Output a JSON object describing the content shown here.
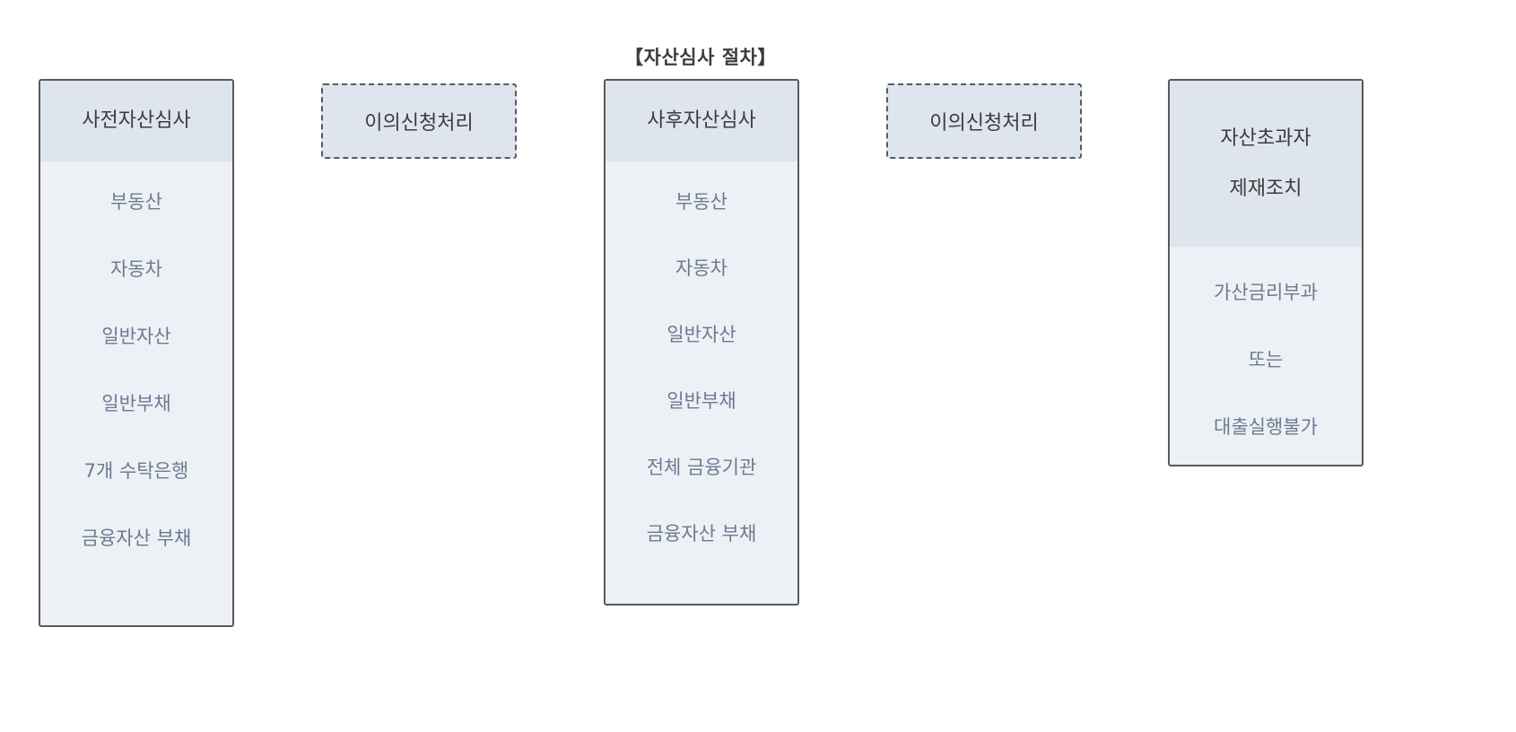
{
  "page": {
    "title": "【자산심사 절차】",
    "background_color": "#ffffff"
  },
  "theme": {
    "card_border_color": "#58595b",
    "card_header_bg": "#dfe5ee",
    "card_body_bg": "#edf1f5",
    "header_text_color": "#3c3c3c",
    "item_text_color": "#6b7a93",
    "dashed_card_bg": "#dfe5ee"
  },
  "nodes": [
    {
      "id": "pre-asset-review",
      "type": "solid-card",
      "header_lines": [
        "사전자산심사"
      ],
      "items": [
        "부동산",
        "자동차",
        "일반자산",
        "일반부채",
        "7개 수탁은행",
        "금융자산 부채"
      ]
    },
    {
      "id": "objection-1",
      "type": "dashed-card",
      "label": "이의신청처리"
    },
    {
      "id": "post-asset-review",
      "type": "solid-card",
      "header_lines": [
        "사후자산심사"
      ],
      "items": [
        "부동산",
        "자동차",
        "일반자산",
        "일반부채",
        "전체 금융기관",
        "금융자산 부채"
      ]
    },
    {
      "id": "objection-2",
      "type": "dashed-card",
      "label": "이의신청처리"
    },
    {
      "id": "excess-sanction",
      "type": "solid-card",
      "header_lines": [
        "자산초과자",
        "제재조치"
      ],
      "items": [
        "가산금리부과",
        "또는",
        "대출실행불가"
      ]
    }
  ]
}
